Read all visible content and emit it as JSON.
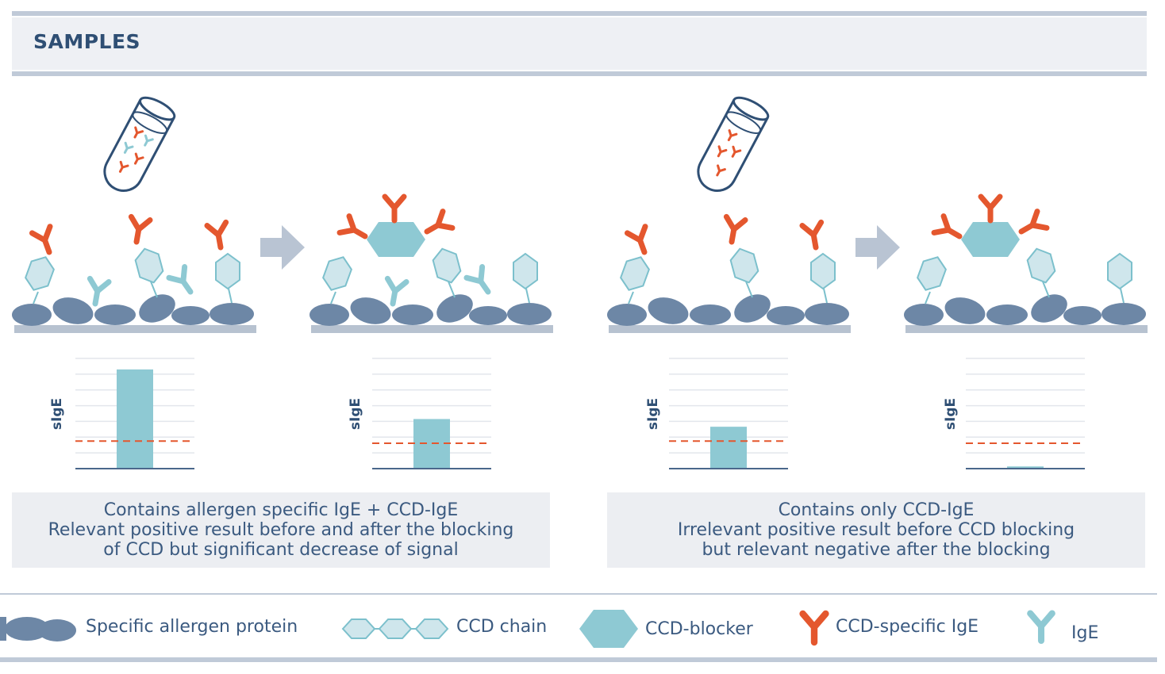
{
  "header": {
    "title": "SAMPLES"
  },
  "colors": {
    "protein": "#6d87a6",
    "ccd_chain_fill": "#cfe6ec",
    "ccd_chain_stroke": "#7cc0cc",
    "blocker": "#8ec9d3",
    "ccd_ige": "#e4572e",
    "ige": "#8ec9d3",
    "bar": "#8ec9d3",
    "cutoff_line": "#e4572e",
    "arrow": "#b9c4d3"
  },
  "panels": [
    {
      "caption_lines": [
        "Contains allergen specific IgE + CCD-IgE",
        "Relevant positive result before and after the blocking",
        "of CCD but significant decrease of signal"
      ]
    },
    {
      "caption_lines": [
        "Contains only CCD-IgE",
        "Irrelevant positive result before CCD blocking",
        "but relevant negative after the blocking"
      ]
    }
  ],
  "chart_data": [
    {
      "type": "bar",
      "ylabel": "sIgE",
      "values": [
        0.9
      ],
      "cutoff": 0.25,
      "ylim": [
        0,
        1
      ]
    },
    {
      "type": "bar",
      "ylabel": "sIgE",
      "values": [
        0.45
      ],
      "cutoff": 0.23,
      "ylim": [
        0,
        1
      ]
    },
    {
      "type": "bar",
      "ylabel": "sIgE",
      "values": [
        0.38
      ],
      "cutoff": 0.25,
      "ylim": [
        0,
        1
      ]
    },
    {
      "type": "bar",
      "ylabel": "sIgE",
      "values": [
        0.02
      ],
      "cutoff": 0.23,
      "ylim": [
        0,
        1
      ]
    }
  ],
  "legend": [
    {
      "icon": "allergen-protein-icon",
      "label": "Specific allergen protein"
    },
    {
      "icon": "ccd-chain-icon",
      "label": "CCD chain"
    },
    {
      "icon": "ccd-blocker-icon",
      "label": "CCD-blocker"
    },
    {
      "icon": "ccd-specific-ige-icon",
      "label": "CCD-specific IgE"
    },
    {
      "icon": "ige-icon",
      "label": "IgE"
    }
  ]
}
